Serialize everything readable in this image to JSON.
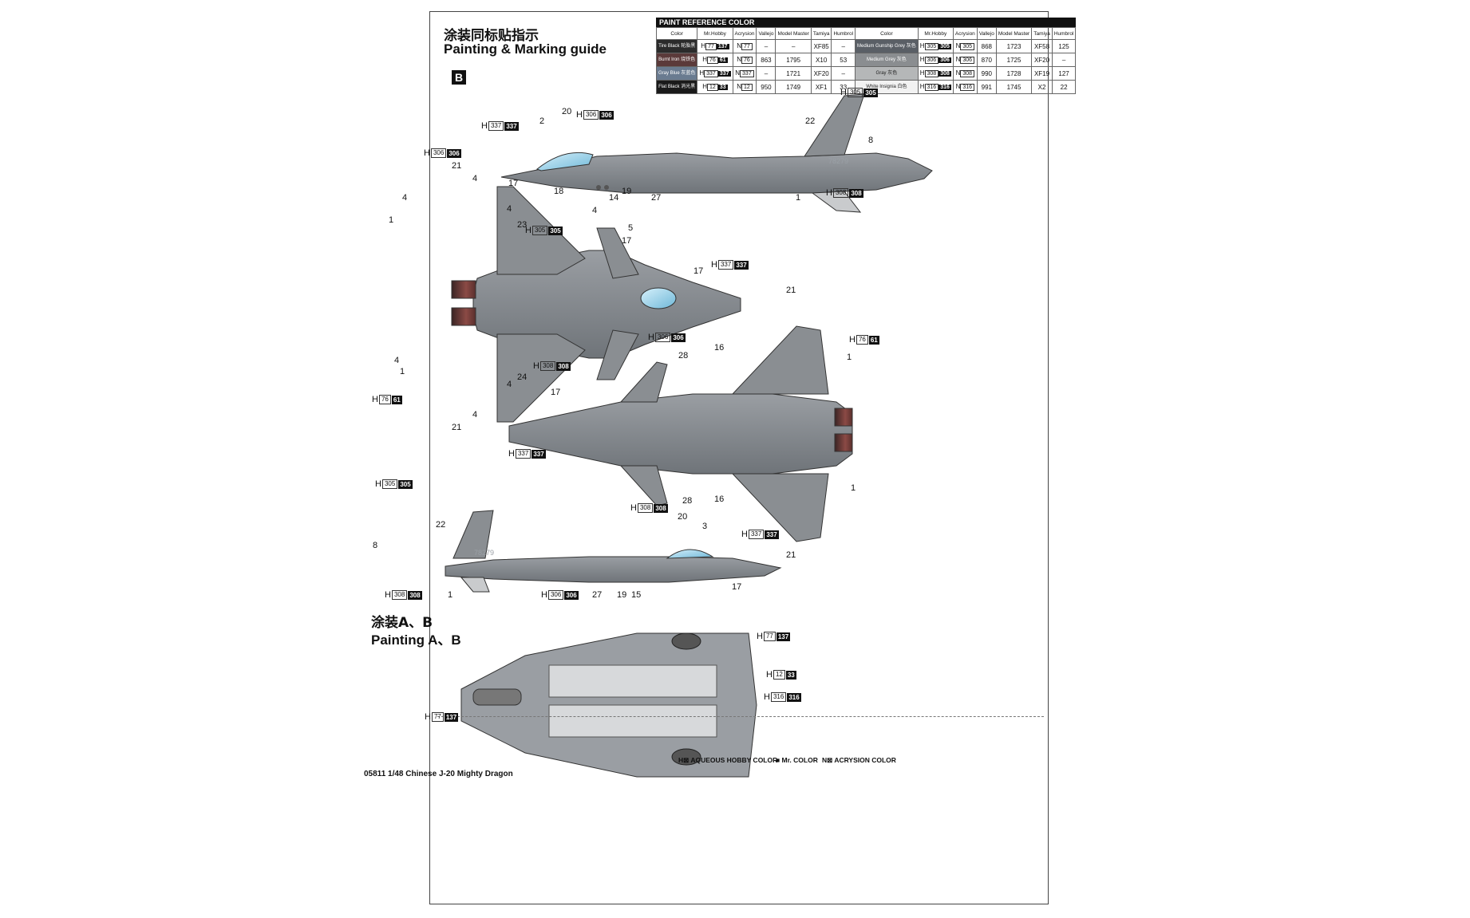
{
  "header": {
    "title_cn": "涂装同标贴指示",
    "title_en": "Painting & Marking guide",
    "scheme_badge": "B"
  },
  "paint_table": {
    "caption": "PAINT  REFERENCE COLOR",
    "columns": [
      "Color",
      "Mr.Hobby",
      "Acrysion",
      "Vallejo",
      "Model Master",
      "Tamiya",
      "Humbrol",
      "Color",
      "Mr.Hobby",
      "Acrysion",
      "Vallejo",
      "Model Master",
      "Tamiya",
      "Humbrol"
    ],
    "rows": [
      {
        "c1": "Tire Black 轮胎黑",
        "c1_color": "#2b2b2b",
        "h1": "77",
        "h1b": "137",
        "n1": "77",
        "v1": "–",
        "m1": "–",
        "t1": "XF85",
        "hb1": "–",
        "c2": "Medium Gunship Grey 灰色",
        "c2_color": "#5a5f66",
        "h2": "305",
        "h2b": "305",
        "n2": "305",
        "v2": "868",
        "m2": "1723",
        "t2": "XF58",
        "hb2": "125"
      },
      {
        "c1": "Burnt Iron 烧铁色",
        "c1_color": "#5b3a3a",
        "h1": "76",
        "h1b": "61",
        "n1": "76",
        "v1": "863",
        "m1": "1795",
        "t1": "X10",
        "hb1": "53",
        "c2": "Medium Grey 灰色",
        "c2_color": "#8a8d90",
        "h2": "306",
        "h2b": "306",
        "n2": "306",
        "v2": "870",
        "m2": "1725",
        "t2": "XF20",
        "hb2": "–"
      },
      {
        "c1": "Gray Blue 灰蓝色",
        "c1_color": "#6a7b90",
        "h1": "337",
        "h1b": "337",
        "n1": "337",
        "v1": "–",
        "m1": "1721",
        "t1": "XF20",
        "hb1": "–",
        "c2": "Gray 灰色",
        "c2_color": "#b5b7b8",
        "h2": "308",
        "h2b": "308",
        "n2": "308",
        "v2": "990",
        "m2": "1728",
        "t2": "XF19",
        "hb2": "127"
      },
      {
        "c1": "Flat Black 消光黑",
        "c1_color": "#1a1a1a",
        "h1": "12",
        "h1b": "33",
        "n1": "12",
        "v1": "950",
        "m1": "1749",
        "t1": "XF1",
        "hb1": "33",
        "c2": "White Insignia 白色",
        "c2_color": "#f2f2f2",
        "h2": "316",
        "h2b": "316",
        "n2": "316",
        "v2": "991",
        "m2": "1745",
        "t2": "X2",
        "hb2": "22"
      }
    ]
  },
  "callouts": {
    "side_top": [
      "2",
      "20",
      "22",
      "8",
      "17",
      "18",
      "14",
      "19",
      "27",
      "1"
    ],
    "top_view": [
      "21",
      "4",
      "4",
      "1",
      "4",
      "23",
      "4",
      "5",
      "17",
      "17",
      "24",
      "4",
      "1",
      "4",
      "21",
      "4"
    ],
    "bottom_view": [
      "21",
      "1",
      "16",
      "28",
      "17",
      "16",
      "28",
      "1",
      "21"
    ],
    "side_bottom": [
      "22",
      "8",
      "20",
      "3",
      "17",
      "1",
      "27",
      "19",
      "15"
    ]
  },
  "paint_codes": {
    "p337a": {
      "h": "337",
      "b": "337"
    },
    "p306a": {
      "h": "306",
      "b": "306"
    },
    "p306b": {
      "h": "306",
      "b": "306"
    },
    "p305a": {
      "h": "305",
      "b": "305"
    },
    "p308a": {
      "h": "308",
      "b": "308"
    },
    "p305b": {
      "h": "305",
      "b": "305"
    },
    "p337b": {
      "h": "337",
      "b": "337"
    },
    "p308b": {
      "h": "308",
      "b": "308"
    },
    "p306c": {
      "h": "306",
      "b": "306"
    },
    "p76a": {
      "h": "76",
      "b": "61"
    },
    "p76b": {
      "h": "76",
      "b": "61"
    },
    "p337c": {
      "h": "337",
      "b": "337"
    },
    "p308c": {
      "h": "308",
      "b": "308"
    },
    "p305c": {
      "h": "305",
      "b": "305"
    },
    "p337d": {
      "h": "337",
      "b": "337"
    },
    "p308d": {
      "h": "308",
      "b": "308"
    },
    "p306d": {
      "h": "306",
      "b": "306"
    },
    "p77a": {
      "h": "77",
      "b": "137"
    },
    "p12a": {
      "h": "12",
      "b": "33"
    },
    "p316a": {
      "h": "316",
      "b": "316"
    },
    "p77b": {
      "h": "77",
      "b": "137"
    }
  },
  "serial": "78279",
  "section2": {
    "title_cn": "涂装A、B",
    "title_en": "Painting A、B"
  },
  "legend": {
    "aqueous": "AQUEOUS HOBBY COLOR",
    "mr": "Mr. COLOR",
    "acrysion": "ACRYSION COLOR"
  },
  "footer": "05811  1/48  Chinese J-20 Mighty Dragon"
}
